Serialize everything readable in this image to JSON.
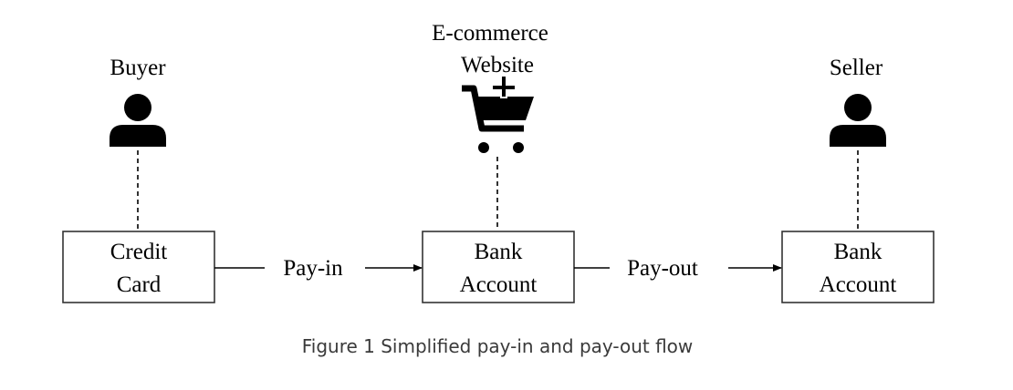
{
  "actors": {
    "buyer": {
      "label": "Buyer",
      "icon": "person-icon"
    },
    "website": {
      "label_line1": "E-commerce",
      "label_line2": "Website",
      "icon": "cart-plus-icon"
    },
    "seller": {
      "label": "Seller",
      "icon": "person-icon"
    }
  },
  "boxes": {
    "credit_card": {
      "line1": "Credit",
      "line2": "Card"
    },
    "bank_account_1": {
      "line1": "Bank",
      "line2": "Account"
    },
    "bank_account_2": {
      "line1": "Bank",
      "line2": "Account"
    }
  },
  "arrows": {
    "pay_in": "Pay-in",
    "pay_out": "Pay-out"
  },
  "caption": "Figure 1 Simplified pay-in and pay-out flow"
}
